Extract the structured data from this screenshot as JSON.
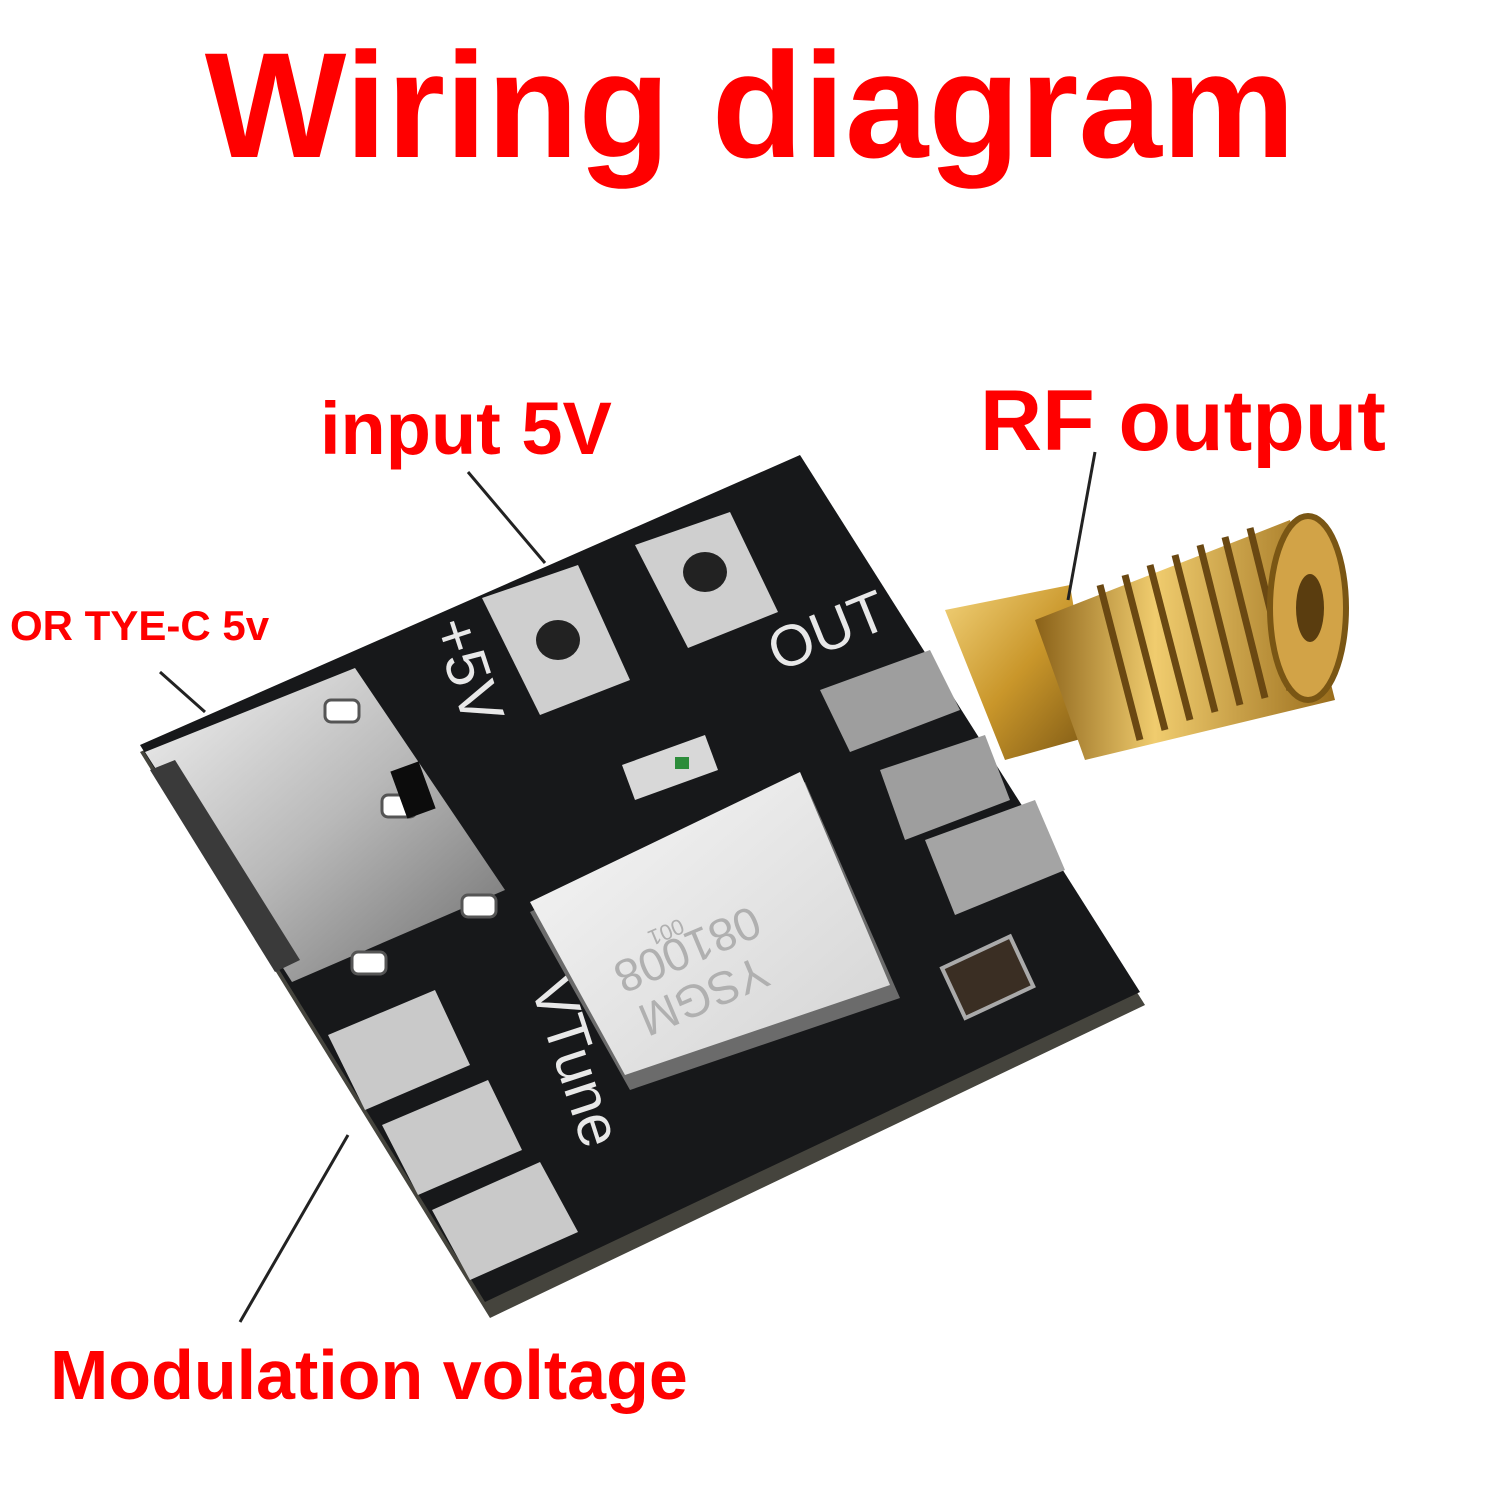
{
  "title": "Wiring diagram",
  "callouts": {
    "input": "input 5V",
    "rf_output": "RF output",
    "typec": "OR TYE-C 5v",
    "modulation": "Modulation voltage"
  },
  "silkscreen": {
    "plus5v": "+5V",
    "out": "OUT",
    "vtune": "VTune",
    "chip_line1": "YSGM",
    "chip_line2": "081008",
    "chip_line3": "001"
  },
  "colors": {
    "label": "#ff0000",
    "pcb": "#17181a",
    "pad": "#c9c9c9",
    "gold": "#c9962a",
    "leader": "#222222"
  }
}
